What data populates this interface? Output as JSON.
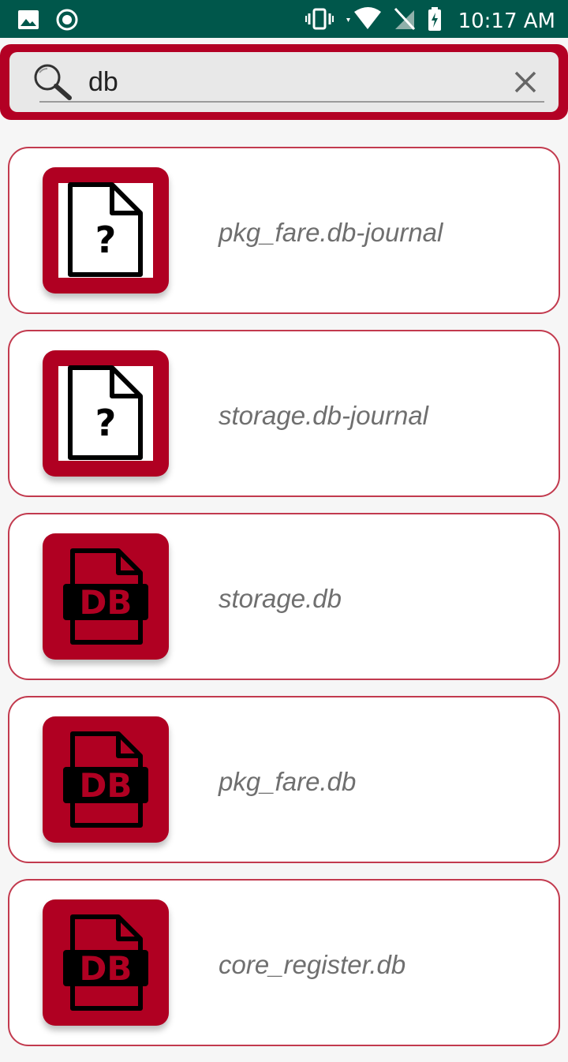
{
  "status_bar": {
    "time": "10:17 AM",
    "left_icons": [
      "image-icon",
      "sync-icon"
    ],
    "right_icons": [
      "vibrate-icon",
      "wifi-icon",
      "no-sim-icon",
      "battery-charging-icon"
    ]
  },
  "search": {
    "value": "db",
    "placeholder": ""
  },
  "files": [
    {
      "name": "pkg_fare.db-journal",
      "icon": "unknown-file-icon"
    },
    {
      "name": "storage.db-journal",
      "icon": "unknown-file-icon"
    },
    {
      "name": "storage.db",
      "icon": "db-file-icon"
    },
    {
      "name": "pkg_fare.db",
      "icon": "db-file-icon"
    },
    {
      "name": "core_register.db",
      "icon": "db-file-icon"
    }
  ],
  "db_icon_label": "DB",
  "colors": {
    "status_bar": "#00574b",
    "accent": "#b00022",
    "card_border": "#c23a4e",
    "file_text": "#6f6f6f"
  }
}
